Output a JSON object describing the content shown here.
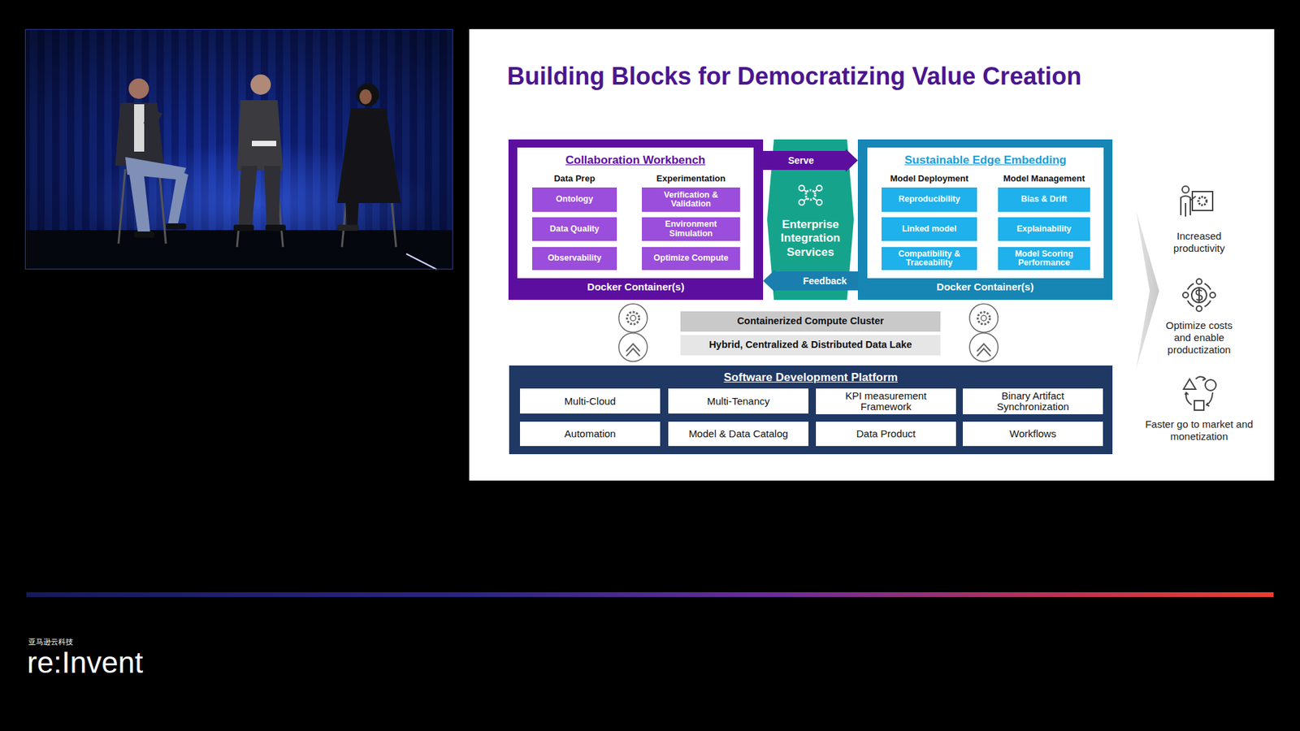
{
  "diagram": {
    "title": "Building Blocks for Democratizing Value Creation",
    "nodes": [
      {
        "text": [
          "Docker Container(s)"
        ]
      },
      {
        "text": [
          "Collaboration Workbench",
          "Data Prep",
          "Experimentation"
        ],
        "in": 0
      },
      {
        "text": [
          "Ontology"
        ],
        "in": 1
      },
      {
        "text": [
          "Verification & Validation"
        ],
        "in": 1
      },
      {
        "text": [
          "Data Quality"
        ],
        "in": 1
      },
      {
        "text": [
          "Environment Simulation"
        ],
        "in": 1
      },
      {
        "text": [
          "Observability"
        ],
        "in": 1
      },
      {
        "text": [
          "Optimize Compute"
        ],
        "in": 1
      },
      {
        "text": [
          "Enterprise Integration Services"
        ]
      },
      {
        "text": [
          "Docker Container(s)"
        ]
      },
      {
        "text": [
          "Sustainable Edge Embedding",
          "Model Deployment",
          "Model Management"
        ],
        "in": 9
      },
      {
        "text": [
          "Reproducibility"
        ],
        "in": 10
      },
      {
        "text": [
          "Bias & Drift"
        ],
        "in": 10
      },
      {
        "text": [
          "Linked model"
        ],
        "in": 10
      },
      {
        "text": [
          "Explainability"
        ],
        "in": 10
      },
      {
        "text": [
          "Compatibility & Traceability"
        ],
        "in": 10
      },
      {
        "text": [
          "Model Scoring Performance"
        ],
        "in": 10
      },
      {
        "text": [
          "Containerized Compute Cluster"
        ]
      },
      {
        "text": [
          "Hybrid, Centralized & Distributed Data Lake"
        ]
      },
      {
        "text": [
          "Software Development Platform"
        ]
      },
      {
        "text": [
          "Multi-Cloud"
        ],
        "in": 19
      },
      {
        "text": [
          "Multi-Tenancy"
        ],
        "in": 19
      },
      {
        "text": [
          "KPI measurement Framework"
        ],
        "in": 19
      },
      {
        "text": [
          "Binary Artifact Synchronization"
        ],
        "in": 19
      },
      {
        "text": [
          "Automation"
        ],
        "in": 19
      },
      {
        "text": [
          "Model & Data Catalog"
        ],
        "in": 19
      },
      {
        "text": [
          "Data Product"
        ],
        "in": 19
      },
      {
        "text": [
          "Workflows"
        ],
        "in": 19
      }
    ],
    "edges": [
      {
        "from": 0,
        "to": 9,
        "label": "Serve",
        "arrow": "to"
      },
      {
        "from": 9,
        "to": 0,
        "label": "Feedback",
        "arrow": "to"
      }
    ],
    "labels": [
      "Increased productivity",
      "Optimize costs and enable productization",
      "Faster go to market and monetization",
      "亚马逊云科技",
      "re:Invent"
    ]
  }
}
